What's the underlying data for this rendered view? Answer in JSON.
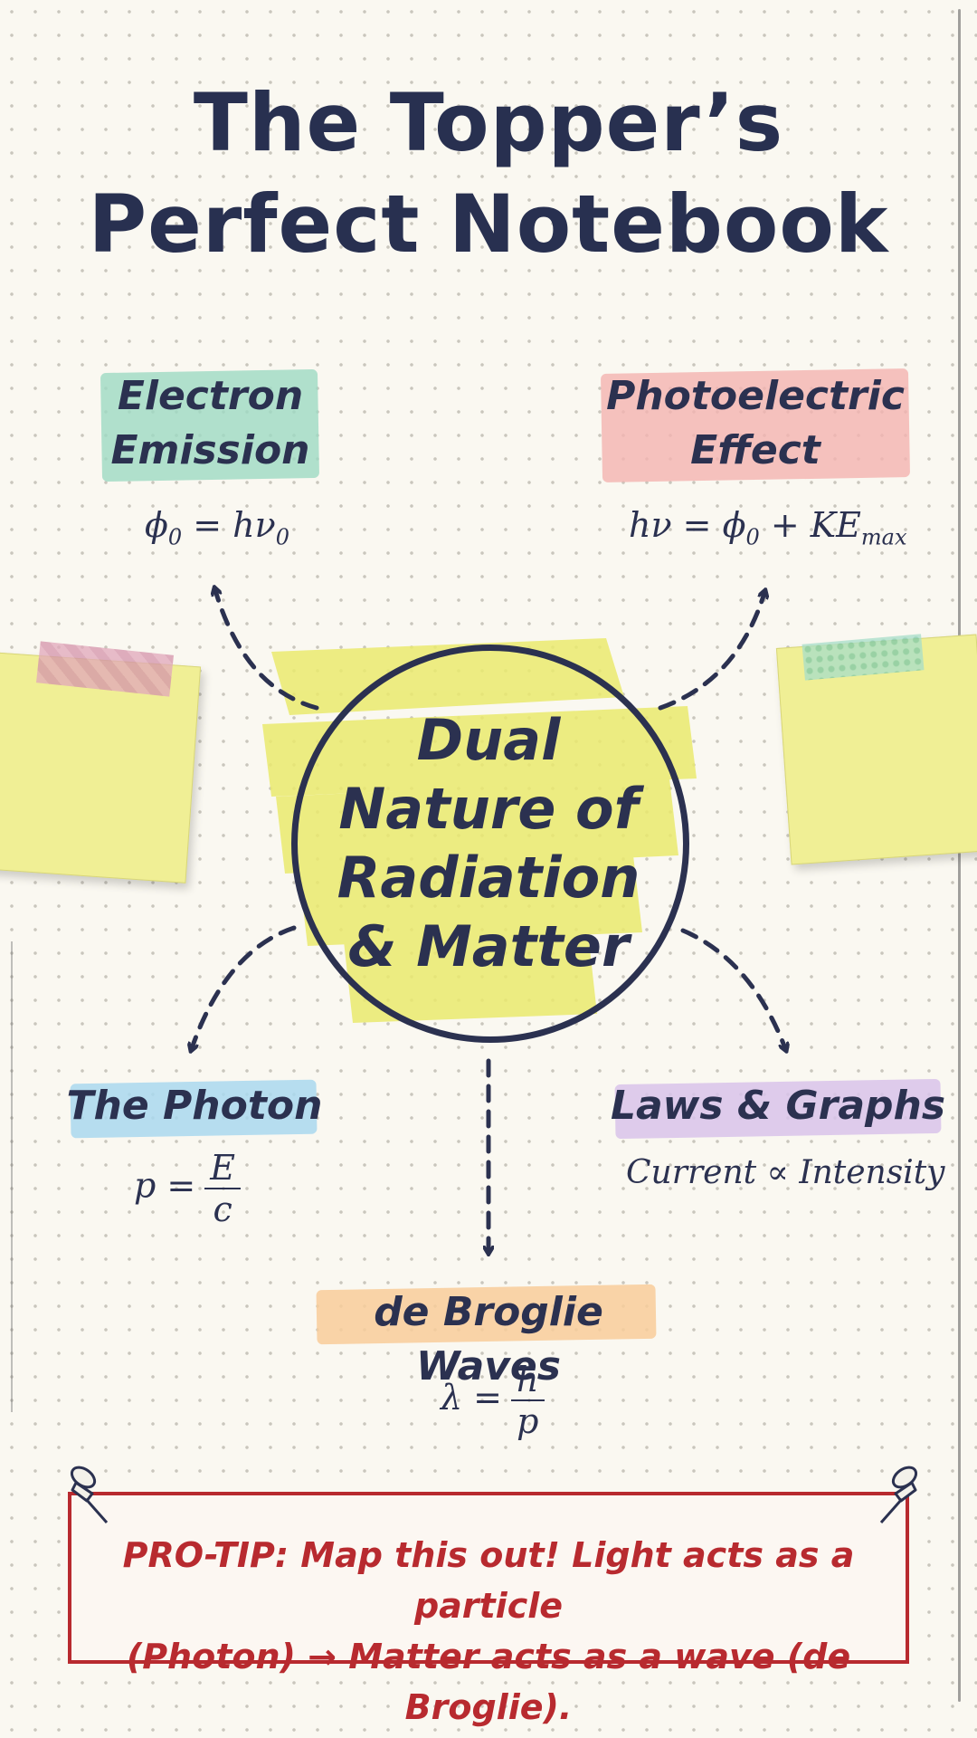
{
  "title_line1": "The Topper’s",
  "title_line2": "Perfect Notebook",
  "center": {
    "line1": "Dual",
    "line2": "Nature of",
    "line3": "Radiation",
    "line4": "& Matter"
  },
  "nodes": {
    "electron_emission": {
      "label1": "Electron",
      "label2": "Emission",
      "formula_lhs": "ϕ",
      "formula_lhs_sub": "0",
      "formula_mid": " = hν",
      "formula_rhs_sub": "0",
      "color": "#9ed9c3"
    },
    "photoelectric": {
      "label1": "Photoelectric",
      "label2": "Effect",
      "formula_a": "hν = ϕ",
      "formula_a_sub": "0",
      "formula_b": " + KE",
      "formula_b_sub": "max",
      "color": "#f4b3b0"
    },
    "photon": {
      "label": "The Photon",
      "formula_lhs": "p =",
      "frac_num": "E",
      "frac_den": "c",
      "color": "#a9d8ee"
    },
    "laws_graphs": {
      "label": "Laws & Graphs",
      "formula": "Current ∝ Intensity",
      "color": "#d8c3ea"
    },
    "de_broglie": {
      "label": "de Broglie Waves",
      "formula_lhs": "λ =",
      "frac_num": "h",
      "frac_den": "p",
      "color": "#f8cc9a"
    }
  },
  "pro_tip": {
    "line1": "PRO-TIP: Map this out! Light acts as a particle",
    "line2": "(Photon) → Matter acts as a wave (de Broglie)."
  },
  "colors": {
    "ink": "#2b3150",
    "highlighter": "#eaea6e",
    "sticky": "#f0ef95",
    "tip_red": "#b82a2f"
  }
}
